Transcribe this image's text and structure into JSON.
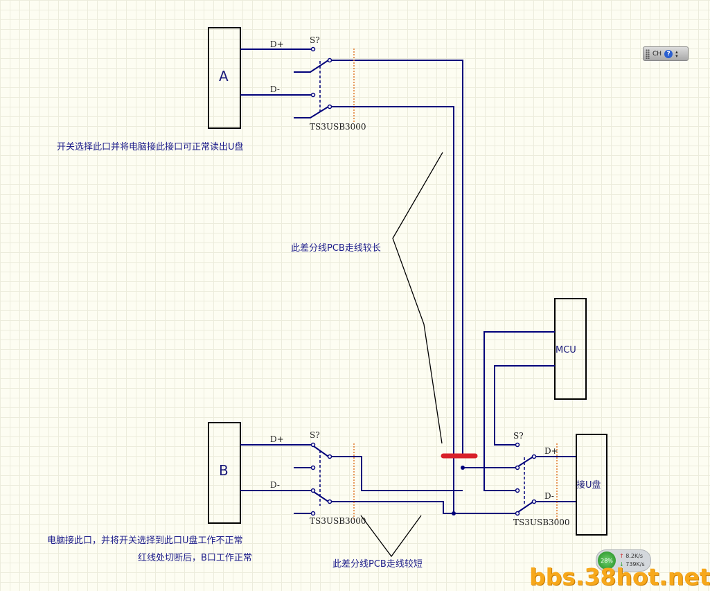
{
  "diagram": {
    "blocks": {
      "a": "A",
      "b": "B",
      "mcu": "MCU",
      "udisk": "接U盘"
    },
    "switch_top": {
      "designator": "S?",
      "part": "TS3USB3000",
      "dplus": "D+",
      "dminus": "D-"
    },
    "switch_bottom_left": {
      "designator": "S?",
      "part": "TS3USB3000",
      "dplus": "D+",
      "dminus": "D-"
    },
    "switch_bottom_right": {
      "designator": "S?",
      "part": "TS3USB3000",
      "dplus": "D+",
      "dminus": "D-"
    },
    "notes": {
      "port_a": "开关选择此口并将电脑接此接口可正常读出U盘",
      "long_trace": "此差分线PCB走线较长",
      "port_b_line1": "电脑接此口，并将开关选择到此口U盘工作不正常",
      "port_b_line2": "红线处切断后，B口工作正常",
      "short_trace": "此差分线PCB走线较短"
    },
    "colors": {
      "wire": "#00007a",
      "cut_mark": "#d8202a",
      "watermark": "#f7a81b"
    }
  },
  "toolbar": {
    "lang": "CH",
    "help": "?"
  },
  "netmon": {
    "cpu": "28%",
    "up": "8.2K/s",
    "down": "739K/s"
  },
  "watermark": "bbs.38hot.net"
}
